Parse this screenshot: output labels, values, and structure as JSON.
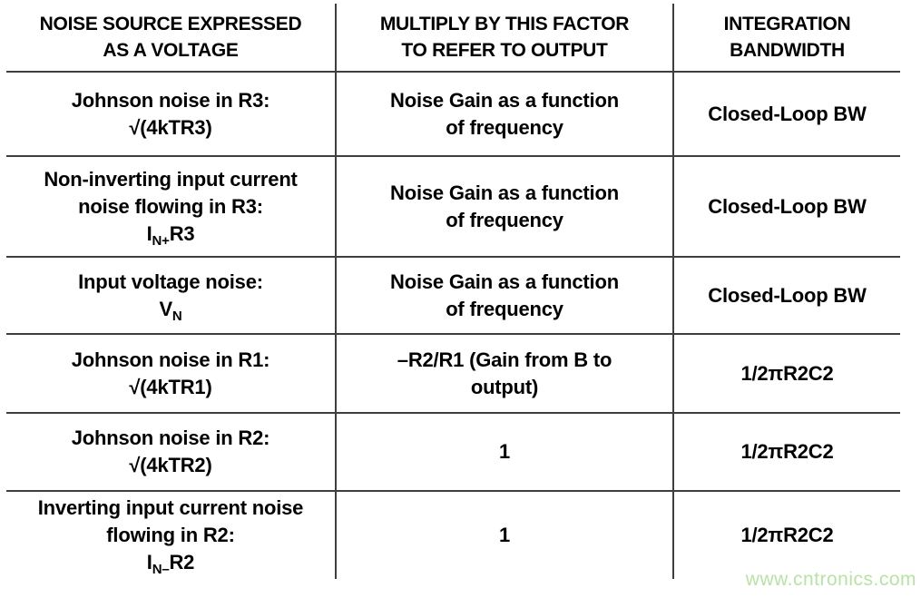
{
  "table": {
    "headers": [
      {
        "lines": [
          "NOISE SOURCE EXPRESSED",
          "AS A VOLTAGE"
        ]
      },
      {
        "lines": [
          "MULTIPLY BY THIS FACTOR",
          "TO REFER TO OUTPUT"
        ]
      },
      {
        "lines": [
          "INTEGRATION",
          "BANDWIDTH"
        ]
      }
    ],
    "rows": [
      {
        "source": {
          "lines": [
            "Johnson noise in R3:"
          ],
          "formula": {
            "pre": "√(4kTR3)",
            "sub": "",
            "post": ""
          }
        },
        "factor": [
          "Noise Gain as a function",
          "of frequency"
        ],
        "bandwidth": "Closed-Loop BW"
      },
      {
        "source": {
          "lines": [
            "Non-inverting input current",
            "noise flowing in R3:"
          ],
          "formula": {
            "pre": "I",
            "sub": "N+",
            "post": "R3"
          }
        },
        "factor": [
          "Noise Gain as a function",
          "of frequency"
        ],
        "bandwidth": "Closed-Loop BW"
      },
      {
        "source": {
          "lines": [
            "Input voltage noise:"
          ],
          "formula": {
            "pre": "V",
            "sub": "N",
            "post": ""
          }
        },
        "factor": [
          "Noise Gain as a function",
          "of frequency"
        ],
        "bandwidth": "Closed-Loop BW"
      },
      {
        "source": {
          "lines": [
            "Johnson noise in R1:"
          ],
          "formula": {
            "pre": "√(4kTR1)",
            "sub": "",
            "post": ""
          }
        },
        "factor": [
          "–R2/R1 (Gain from B to",
          "output)"
        ],
        "bandwidth": "1/2πR2C2"
      },
      {
        "source": {
          "lines": [
            "Johnson noise in R2:"
          ],
          "formula": {
            "pre": "√(4kTR2)",
            "sub": "",
            "post": ""
          }
        },
        "factor": [
          "1"
        ],
        "bandwidth": "1/2πR2C2"
      },
      {
        "source": {
          "lines": [
            "Inverting input current noise",
            "flowing in R2:"
          ],
          "formula": {
            "pre": "I",
            "sub": "N–",
            "post": "R2"
          }
        },
        "factor": [
          "1"
        ],
        "bandwidth": "1/2πR2C2"
      }
    ]
  },
  "watermark": {
    "text": "www.cntronics.com"
  },
  "colors": {
    "rule_line": "#3e3e3e",
    "text": "#000000",
    "watermark": "#b9e2a6",
    "background": "#ffffff"
  }
}
